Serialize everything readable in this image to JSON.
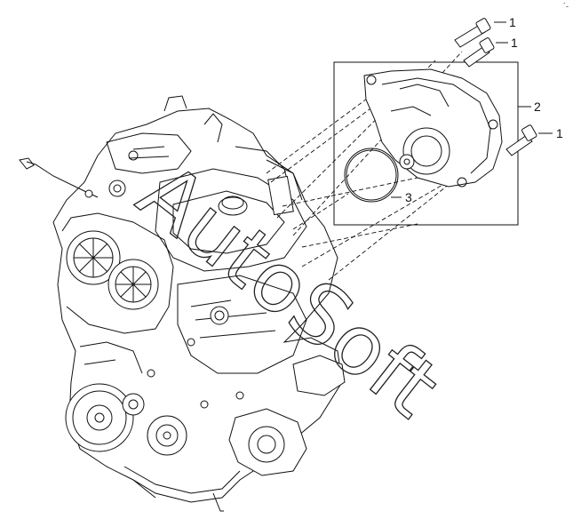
{
  "corner_mark": "´-",
  "watermark": "AutoSoft",
  "callouts": {
    "bolt_a": "1",
    "bolt_b": "1",
    "pump": "2",
    "bolt_c": "1",
    "ring": "3"
  }
}
